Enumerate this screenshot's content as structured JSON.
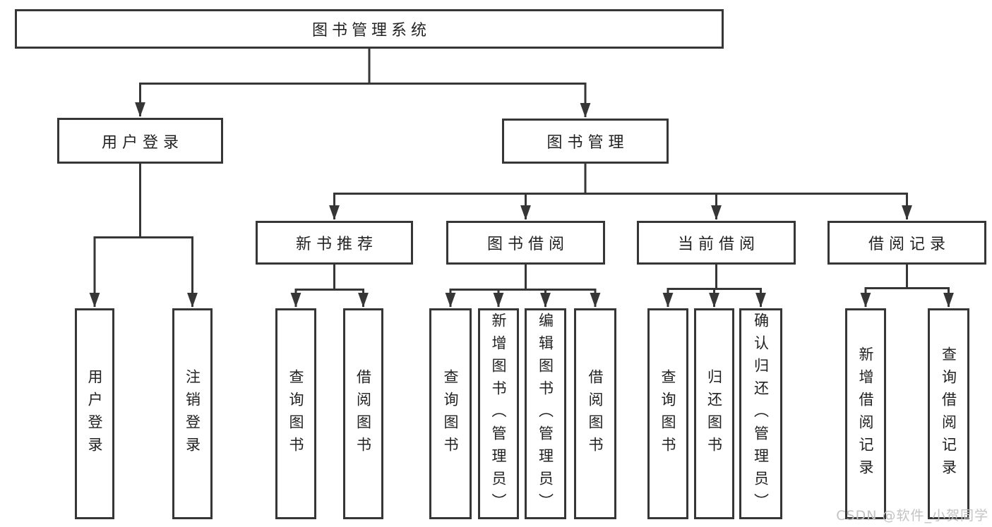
{
  "diagram_title": "图书管理系统",
  "tree": {
    "label": "图书管理系统",
    "children": [
      {
        "label": "用户登录",
        "children": [
          {
            "label": "用户登录"
          },
          {
            "label": "注销登录"
          }
        ]
      },
      {
        "label": "图书管理",
        "children": [
          {
            "label": "新书推荐",
            "children": [
              {
                "label": "查询图书"
              },
              {
                "label": "借阅图书"
              }
            ]
          },
          {
            "label": "图书借阅",
            "children": [
              {
                "label": "查询图书"
              },
              {
                "label": "新增图书（管理员）"
              },
              {
                "label": "编辑图书（管理员）"
              },
              {
                "label": "借阅图书"
              }
            ]
          },
          {
            "label": "当前借阅",
            "children": [
              {
                "label": "查询图书"
              },
              {
                "label": "归还图书"
              },
              {
                "label": "确认归还（管理员）"
              }
            ]
          },
          {
            "label": "借阅记录",
            "children": [
              {
                "label": "新增借阅记录"
              },
              {
                "label": "查询借阅记录"
              }
            ]
          }
        ]
      }
    ]
  },
  "watermark": {
    "text": "CSDN @软件_小贺同学"
  },
  "colors": {
    "line": "#363636",
    "border": "#363636",
    "text": "#222222",
    "watermark": "#c3c3c3",
    "background": "#ffffff"
  }
}
